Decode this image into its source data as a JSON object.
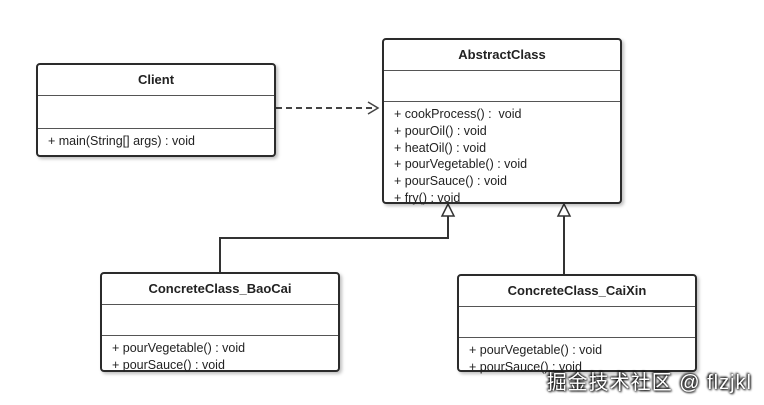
{
  "classes": {
    "client": {
      "name": "Client",
      "operations": [
        "+ main(String[] args) : void"
      ]
    },
    "abstract": {
      "name": "AbstractClass",
      "operations": [
        "+ cookProcess() :  void",
        "+ pourOil() : void",
        "+ heatOil() : void",
        "+ pourVegetable() : void",
        "+ pourSauce() : void",
        "+ fry() : void"
      ]
    },
    "baocai": {
      "name": "ConcreteClass_BaoCai",
      "operations": [
        "+ pourVegetable() : void",
        "+ pourSauce() : void"
      ]
    },
    "caixin": {
      "name": "ConcreteClass_CaiXin",
      "operations": [
        "+ pourVegetable() : void",
        "+ pourSauce() : void"
      ]
    }
  },
  "watermark": "掘金技术社区 @ flzjkl"
}
